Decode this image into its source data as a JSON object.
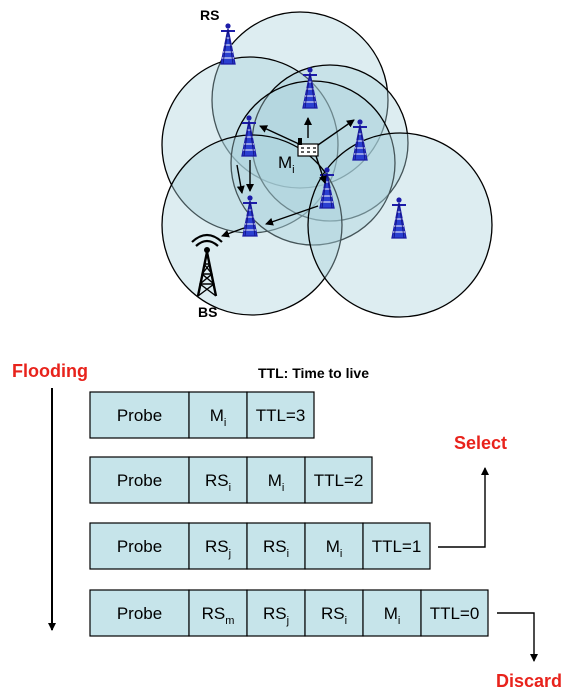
{
  "network": {
    "rs_label": "RS",
    "bs_label": "BS",
    "mobile_label": "M",
    "mobile_sub": "i"
  },
  "legend": {
    "flooding": "Flooding",
    "ttl_note": "TTL: Time to live",
    "select": "Select",
    "discard": "Discard"
  },
  "packets": [
    {
      "cells": [
        {
          "t": "Probe"
        },
        {
          "t": "M",
          "s": "i"
        },
        {
          "t": "TTL=3"
        }
      ]
    },
    {
      "cells": [
        {
          "t": "Probe"
        },
        {
          "t": "RS",
          "s": "i"
        },
        {
          "t": "M",
          "s": "i"
        },
        {
          "t": "TTL=2"
        }
      ]
    },
    {
      "cells": [
        {
          "t": "Probe"
        },
        {
          "t": "RS",
          "s": "j"
        },
        {
          "t": "RS",
          "s": "i"
        },
        {
          "t": "M",
          "s": "i"
        },
        {
          "t": "TTL=1"
        }
      ]
    },
    {
      "cells": [
        {
          "t": "Probe"
        },
        {
          "t": "RS",
          "s": "m"
        },
        {
          "t": "RS",
          "s": "j"
        },
        {
          "t": "RS",
          "s": "i"
        },
        {
          "t": "M",
          "s": "i"
        },
        {
          "t": "TTL=0"
        }
      ]
    }
  ],
  "colors": {
    "cell_fill": "#c6e4ea",
    "circle_fill": "#a9d3dc",
    "tower_blue": "#1c1ca8",
    "accent_red": "#e8231c"
  }
}
